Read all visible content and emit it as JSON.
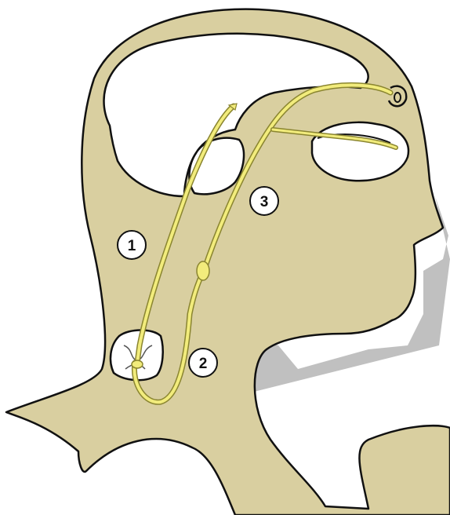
{
  "colors": {
    "skin": "#d9cfa0",
    "outline": "#111111",
    "shadow": "#b9b9b9",
    "nerve": "#f2ec7c",
    "nerve_outline": "#8a8530",
    "background": "#ffffff"
  },
  "labels": [
    {
      "id": "1",
      "text": "1"
    },
    {
      "id": "2",
      "text": "2"
    },
    {
      "id": "3",
      "text": "3"
    }
  ]
}
